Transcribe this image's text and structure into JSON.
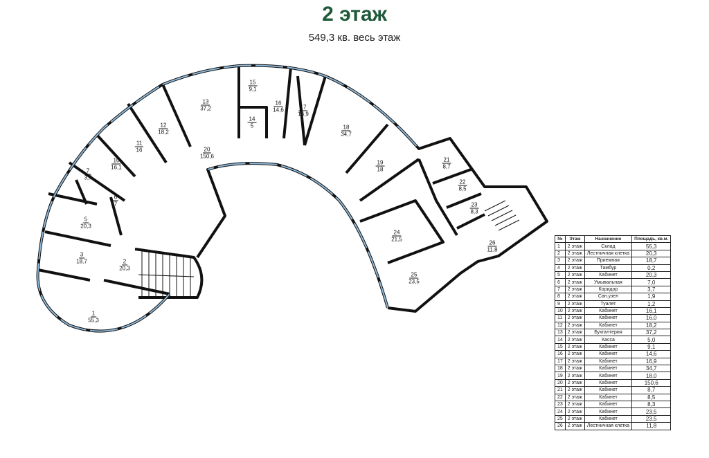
{
  "header": {
    "title": "2 этаж",
    "subtitle": "549,3 кв. весь этаж"
  },
  "colors": {
    "title": "#1f5a3a",
    "wall": "#111111",
    "window": "#8fb8d8"
  },
  "plan_labels": [
    {
      "num": "1",
      "area": "55,3"
    },
    {
      "num": "2",
      "area": "20,3"
    },
    {
      "num": "3",
      "area": "18,7"
    },
    {
      "num": "5",
      "area": "20,3"
    },
    {
      "num": "6",
      "area": "7"
    },
    {
      "num": "7",
      "area": "3,7"
    },
    {
      "num": "10",
      "area": "16,1"
    },
    {
      "num": "11",
      "area": "16"
    },
    {
      "num": "12",
      "area": "18,2"
    },
    {
      "num": "13",
      "area": "37,2"
    },
    {
      "num": "14",
      "area": "5"
    },
    {
      "num": "15",
      "area": "9,1"
    },
    {
      "num": "16",
      "area": "14,6"
    },
    {
      "num": "17",
      "area": "16,9"
    },
    {
      "num": "18",
      "area": "34,7"
    },
    {
      "num": "19",
      "area": "18"
    },
    {
      "num": "20",
      "area": "150,6"
    },
    {
      "num": "21",
      "area": "8,7"
    },
    {
      "num": "22",
      "area": "8,5"
    },
    {
      "num": "23",
      "area": "8,3"
    },
    {
      "num": "24",
      "area": "21,5"
    },
    {
      "num": "25",
      "area": "23,5"
    },
    {
      "num": "26",
      "area": "11,8"
    }
  ],
  "table": {
    "headers": [
      "№",
      "Этаж",
      "Назначение",
      "Площадь, кв.м."
    ],
    "rows": [
      [
        "1",
        "2 этаж",
        "Склад",
        "55,3"
      ],
      [
        "2",
        "2 этаж",
        "Лестничная клетка",
        "20,3"
      ],
      [
        "3",
        "2 этаж",
        "Приемная",
        "18,7"
      ],
      [
        "4",
        "2 этаж",
        "Тамбур",
        "0,2"
      ],
      [
        "5",
        "2 этаж",
        "Кабинет",
        "20,3"
      ],
      [
        "6",
        "2 этаж",
        "Умывальная",
        "7,0"
      ],
      [
        "7",
        "2 этаж",
        "Коридор",
        "3,7"
      ],
      [
        "8",
        "2 этаж",
        "Сан.узел",
        "1,9"
      ],
      [
        "9",
        "2 этаж",
        "Туалет",
        "1,2"
      ],
      [
        "10",
        "2 этаж",
        "Кабинет",
        "16,1"
      ],
      [
        "11",
        "2 этаж",
        "Кабинет",
        "16,0"
      ],
      [
        "12",
        "2 этаж",
        "Кабинет",
        "18,2"
      ],
      [
        "13",
        "2 этаж",
        "Бухгалтерия",
        "37,2"
      ],
      [
        "14",
        "2 этаж",
        "Касса",
        "5,0"
      ],
      [
        "15",
        "2 этаж",
        "Кабинет",
        "9,1"
      ],
      [
        "16",
        "2 этаж",
        "Кабинет",
        "14,6"
      ],
      [
        "17",
        "2 этаж",
        "Кабинет",
        "16,9"
      ],
      [
        "18",
        "2 этаж",
        "Кабинет",
        "34,7"
      ],
      [
        "19",
        "2 этаж",
        "Кабинет",
        "18,0"
      ],
      [
        "20",
        "2 этаж",
        "Кабинет",
        "150,6"
      ],
      [
        "21",
        "2 этаж",
        "Кабинет",
        "8,7"
      ],
      [
        "22",
        "2 этаж",
        "Кабинет",
        "8,5"
      ],
      [
        "23",
        "2 этаж",
        "Кабинет",
        "8,3"
      ],
      [
        "24",
        "2 этаж",
        "Кабинет",
        "23,5"
      ],
      [
        "25",
        "2 этаж",
        "Кабинет",
        "23,5"
      ],
      [
        "26",
        "2 этаж",
        "Лестничная клетка",
        "11,8"
      ]
    ]
  }
}
